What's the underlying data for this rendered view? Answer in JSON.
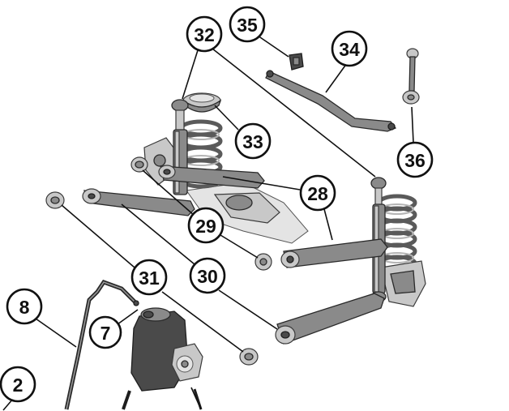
{
  "diagram": {
    "colors": {
      "line": "#111111",
      "part_dark": "#4a4a4a",
      "part_mid": "#8a8a8a",
      "part_light": "#c8c8c8",
      "background": "#ffffff"
    },
    "callouts": [
      {
        "id": "c32",
        "label": "32"
      },
      {
        "id": "c35",
        "label": "35"
      },
      {
        "id": "c34",
        "label": "34"
      },
      {
        "id": "c33",
        "label": "33"
      },
      {
        "id": "c36",
        "label": "36"
      },
      {
        "id": "c28",
        "label": "28"
      },
      {
        "id": "c29",
        "label": "29"
      },
      {
        "id": "c31",
        "label": "31"
      },
      {
        "id": "c30",
        "label": "30"
      },
      {
        "id": "c8",
        "label": "8"
      },
      {
        "id": "c7",
        "label": "7"
      },
      {
        "id": "c2",
        "label": "2"
      }
    ]
  }
}
